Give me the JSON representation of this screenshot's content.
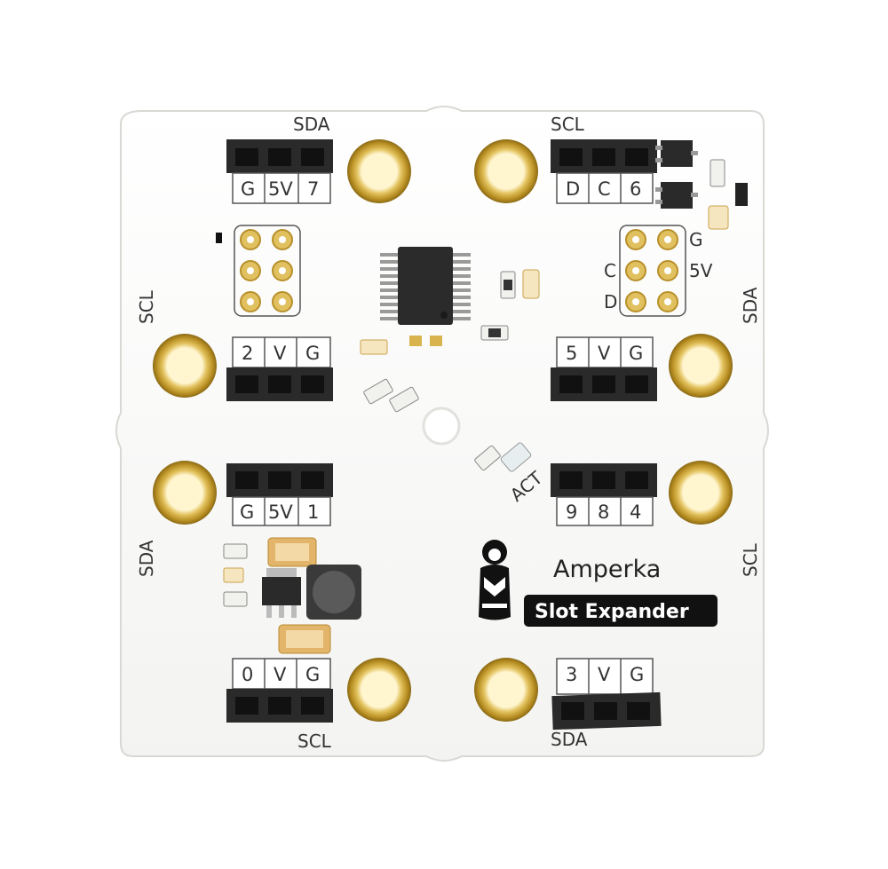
{
  "board": {
    "brand_name": "Amperka",
    "product_name": "Slot Expander",
    "led_label": "ACT"
  },
  "top_left_header": {
    "bus_label": "SDA",
    "pins": [
      "G",
      "5V",
      "7"
    ]
  },
  "top_right_header": {
    "bus_label": "SCL",
    "pins": [
      "D",
      "C",
      "6"
    ]
  },
  "mid_left_upper_header": {
    "pins": [
      "2",
      "V",
      "G"
    ]
  },
  "mid_left_lower_header": {
    "pins": [
      "G",
      "5V",
      "1"
    ]
  },
  "mid_right_upper_header": {
    "pins": [
      "5",
      "V",
      "G"
    ]
  },
  "mid_right_lower_header": {
    "pins": [
      "9",
      "8",
      "4"
    ]
  },
  "bottom_left_header": {
    "bus_label": "SCL",
    "pins": [
      "0",
      "V",
      "G"
    ]
  },
  "bottom_right_header": {
    "bus_label": "SDA",
    "pins": [
      "3",
      "V",
      "G"
    ]
  },
  "side_labels": {
    "left_upper": "SCL",
    "left_lower": "SDA",
    "right_upper": "SDA",
    "right_lower": "SCL"
  },
  "isp_pads": {
    "labels": [
      "G",
      "C",
      "5V",
      "D"
    ]
  },
  "colors": {
    "board": "#ffffff",
    "header": "#2a2a2a",
    "gold": "#d8b24a",
    "badge": "#111111"
  },
  "icon": "matryoshka-logo-icon"
}
